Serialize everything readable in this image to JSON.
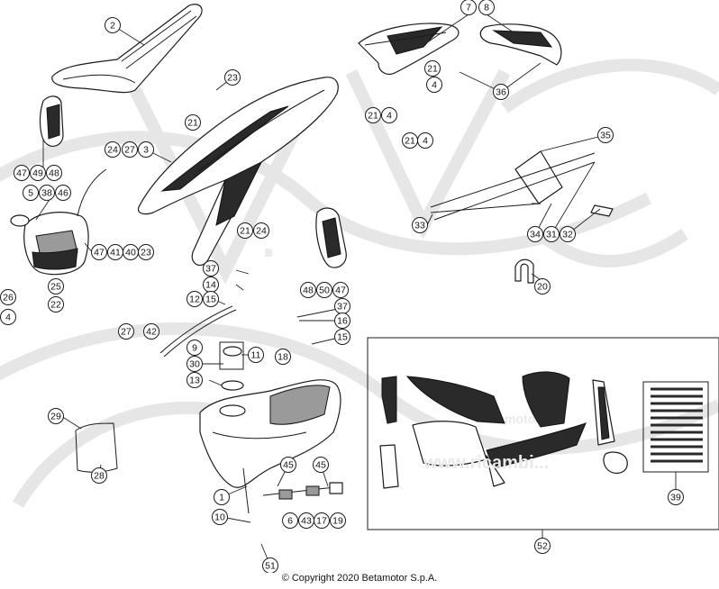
{
  "diagram": {
    "title": "",
    "callouts": [
      {
        "id": "c2",
        "label": "2"
      },
      {
        "id": "c7",
        "label": "7"
      },
      {
        "id": "c8",
        "label": "8"
      },
      {
        "id": "c23a",
        "label": "23"
      },
      {
        "id": "c21a",
        "label": "21"
      },
      {
        "id": "c21b",
        "label": "21"
      },
      {
        "id": "c4a",
        "label": "4"
      },
      {
        "id": "c36",
        "label": "36"
      },
      {
        "id": "c21c",
        "label": "21"
      },
      {
        "id": "c4b",
        "label": "4"
      },
      {
        "id": "c21d",
        "label": "21"
      },
      {
        "id": "c4c",
        "label": "4"
      },
      {
        "id": "c24a",
        "label": "24"
      },
      {
        "id": "c27a",
        "label": "27"
      },
      {
        "id": "c3",
        "label": "3"
      },
      {
        "id": "c35",
        "label": "35"
      },
      {
        "id": "c47a",
        "label": "47"
      },
      {
        "id": "c49",
        "label": "49"
      },
      {
        "id": "c48a",
        "label": "48"
      },
      {
        "id": "c5",
        "label": "5"
      },
      {
        "id": "c38",
        "label": "38"
      },
      {
        "id": "c46",
        "label": "46"
      },
      {
        "id": "c33",
        "label": "33"
      },
      {
        "id": "c34",
        "label": "34"
      },
      {
        "id": "c31",
        "label": "31"
      },
      {
        "id": "c32",
        "label": "32"
      },
      {
        "id": "c21e",
        "label": "21"
      },
      {
        "id": "c24b",
        "label": "24"
      },
      {
        "id": "c47b",
        "label": "47"
      },
      {
        "id": "c41",
        "label": "41"
      },
      {
        "id": "c40",
        "label": "40"
      },
      {
        "id": "c23b",
        "label": "23"
      },
      {
        "id": "c37a",
        "label": "37"
      },
      {
        "id": "c26",
        "label": "26"
      },
      {
        "id": "c25",
        "label": "25"
      },
      {
        "id": "c14",
        "label": "14"
      },
      {
        "id": "c48b",
        "label": "48"
      },
      {
        "id": "c50",
        "label": "50"
      },
      {
        "id": "c47c",
        "label": "47"
      },
      {
        "id": "c20",
        "label": "20"
      },
      {
        "id": "c22",
        "label": "22"
      },
      {
        "id": "c12",
        "label": "12"
      },
      {
        "id": "c15a",
        "label": "15"
      },
      {
        "id": "c4d",
        "label": "4"
      },
      {
        "id": "c27b",
        "label": "27"
      },
      {
        "id": "c42",
        "label": "42"
      },
      {
        "id": "c37b",
        "label": "37"
      },
      {
        "id": "c16",
        "label": "16"
      },
      {
        "id": "c15b",
        "label": "15"
      },
      {
        "id": "c9",
        "label": "9"
      },
      {
        "id": "c11",
        "label": "11"
      },
      {
        "id": "c18",
        "label": "18"
      },
      {
        "id": "c30",
        "label": "30"
      },
      {
        "id": "c13",
        "label": "13"
      },
      {
        "id": "c29",
        "label": "29"
      },
      {
        "id": "c28",
        "label": "28"
      },
      {
        "id": "c45a",
        "label": "45"
      },
      {
        "id": "c45b",
        "label": "45"
      },
      {
        "id": "c1",
        "label": "1"
      },
      {
        "id": "c10",
        "label": "10"
      },
      {
        "id": "c6",
        "label": "6"
      },
      {
        "id": "c43",
        "label": "43"
      },
      {
        "id": "c17",
        "label": "17"
      },
      {
        "id": "c19",
        "label": "19"
      },
      {
        "id": "c39",
        "label": "39"
      },
      {
        "id": "c52",
        "label": "52"
      },
      {
        "id": "c51",
        "label": "51"
      }
    ]
  },
  "decal_text": {
    "brand": "moto",
    "url": "www.ricambi..."
  },
  "footer": {
    "copyright": "© Copyright 2020 Betamotor S.p.A."
  },
  "colors": {
    "line": "#1b1b1b",
    "watermark": "#e6e6e6",
    "decal_dark": "#2a2a2a",
    "background": "#ffffff"
  }
}
